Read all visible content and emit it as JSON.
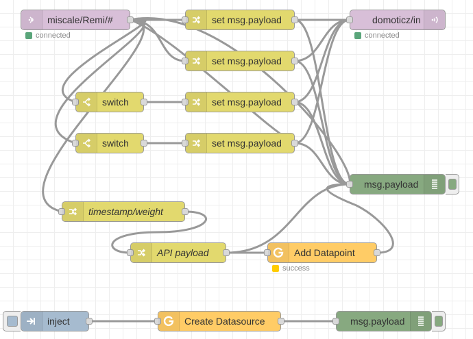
{
  "colors": {
    "mqtt": "#d8bfd8",
    "function": "#e2d96e",
    "debug": "#87a980",
    "inject": "#a6bbcf",
    "api": "#ffcc66",
    "debug_button": "#87a980",
    "inject_button": "#a6bbcf",
    "status_connected": "#5aa57a",
    "status_success": "#ffcc00"
  },
  "nodes": {
    "mqtt_in": {
      "label": "miscale/Remi/#",
      "icon": "mqtt-icon",
      "status": "connected"
    },
    "mqtt_out": {
      "label": "domoticz/in",
      "icon": "mqtt-icon",
      "status": "connected"
    },
    "change1": {
      "label": "set msg.payload",
      "icon": "change-icon"
    },
    "change2": {
      "label": "set msg.payload",
      "icon": "change-icon"
    },
    "change3": {
      "label": "set msg.payload",
      "icon": "change-icon"
    },
    "change4": {
      "label": "set msg.payload",
      "icon": "change-icon"
    },
    "switch1": {
      "label": "switch",
      "icon": "switch-icon"
    },
    "switch2": {
      "label": "switch",
      "icon": "switch-icon"
    },
    "timestamp": {
      "label": "timestamp/weight",
      "icon": "change-icon"
    },
    "api_payload": {
      "label": "API payload",
      "icon": "change-icon"
    },
    "add_datapoint": {
      "label": "Add Datapoint",
      "icon": "google-icon",
      "status": "success"
    },
    "debug1": {
      "label": "msg.payload",
      "icon": "debug-list-icon"
    },
    "inject": {
      "label": "inject",
      "icon": "inject-arrow-icon"
    },
    "create_datasource": {
      "label": "Create Datasource",
      "icon": "google-icon"
    },
    "debug2": {
      "label": "msg.payload",
      "icon": "debug-list-icon"
    }
  }
}
